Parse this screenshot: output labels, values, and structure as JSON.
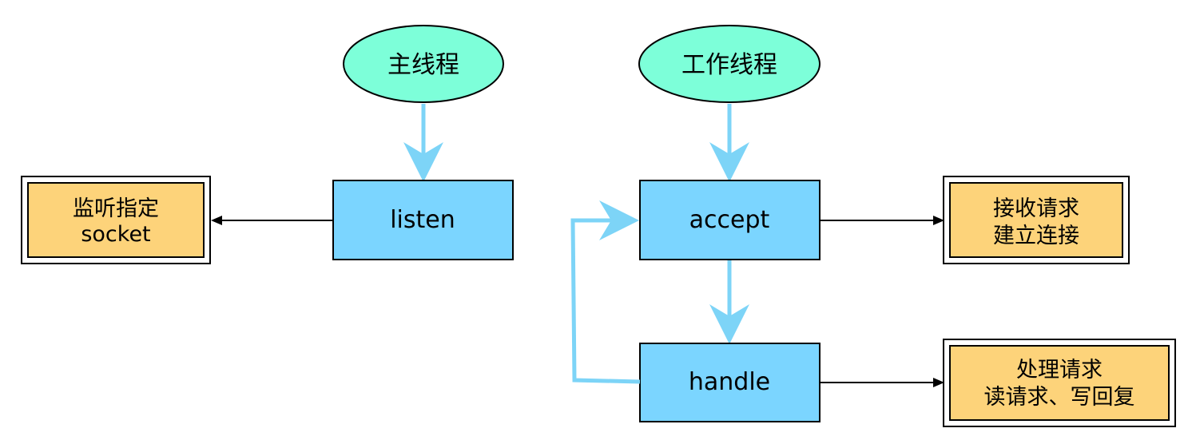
{
  "colors": {
    "thread_fill": "#7dffd9",
    "process_fill": "#7bd5ff",
    "note_fill": "#fdd37a",
    "flow_arrow": "#7dd4f7",
    "result_arrow": "#000000",
    "outline": "#000000"
  },
  "threads": {
    "main": "主线程",
    "worker": "工作线程"
  },
  "steps": {
    "listen": "listen",
    "accept": "accept",
    "handle": "handle"
  },
  "notes": {
    "listen": [
      "监听指定",
      "socket"
    ],
    "accept": [
      "接收请求",
      "建立连接"
    ],
    "handle": [
      "处理请求",
      "读请求、写回复"
    ]
  }
}
